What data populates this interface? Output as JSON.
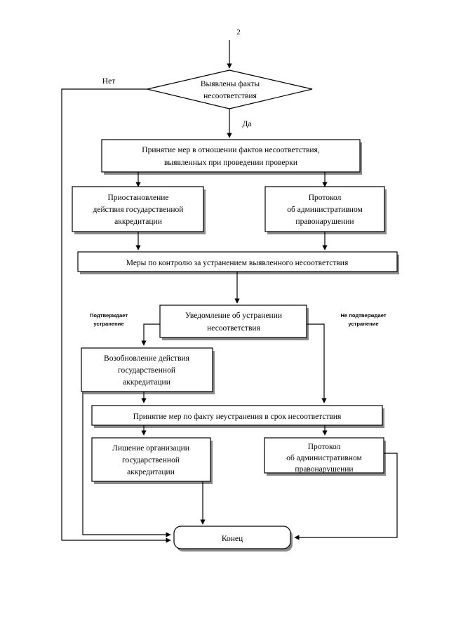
{
  "page": {
    "page_marker": "2",
    "language": "ru"
  },
  "colors": {
    "background": "#ffffff",
    "stroke": "#000000",
    "shadow": "#8a8a8a",
    "text": "#000000"
  },
  "nodes": {
    "decision": {
      "id": "decision-nonconformity",
      "shape": "diamond",
      "line1": "Выявлены факты",
      "line2": "несоответствия"
    },
    "measures": {
      "id": "measures-taken",
      "shape": "rect",
      "line1": "Принятие мер в отношении фактов несоответствия,",
      "line2": "выявленных при проведении проверки"
    },
    "suspension": {
      "id": "suspension-accreditation",
      "shape": "rect",
      "line1": "Приостановление",
      "line2": "действия государственной",
      "line3": "аккредитации"
    },
    "protocol_top": {
      "id": "protocol-administrative-offence-top",
      "shape": "rect",
      "line1": "Протокол",
      "line2": "об административном",
      "line3": "правонарушении"
    },
    "control": {
      "id": "control-measures",
      "shape": "rect",
      "line1": "Меры по контролю за устранением выявленного несоответствия"
    },
    "notification": {
      "id": "notification-elimination",
      "shape": "rect",
      "line1": "Уведомление об устранении",
      "line2": "несоответствия"
    },
    "resumption": {
      "id": "resumption-accreditation",
      "shape": "rect",
      "line1": "Возобновление действия",
      "line2": "государственной",
      "line3": "аккредитации"
    },
    "nonelimination": {
      "id": "measures-nonelimination",
      "shape": "rect",
      "line1": "Принятие мер по факту неустранения в срок несоответствия"
    },
    "deprivation": {
      "id": "deprivation-accreditation",
      "shape": "rect",
      "line1": "Лишение организации",
      "line2": "государственной",
      "line3": "аккредитации"
    },
    "protocol_bottom": {
      "id": "protocol-administrative-offence-bottom",
      "shape": "rect",
      "line1": "Протокол",
      "line2": "об административном",
      "line3": "правонарушении"
    },
    "end": {
      "id": "end-terminator",
      "shape": "rounded-rect",
      "line1": "Конец"
    }
  },
  "edge_labels": {
    "no": "Нет",
    "yes": "Да",
    "confirms_line1": "Подтверждает",
    "confirms_line2": "устранение",
    "not_confirms_line1": "Не подтверждает",
    "not_confirms_line2": "устранение"
  },
  "chart_data": {
    "type": "flowchart",
    "title": "",
    "orientation": "top-to-bottom",
    "node_order": [
      "decision",
      "measures",
      "suspension",
      "protocol_top",
      "control",
      "notification",
      "resumption",
      "nonelimination",
      "deprivation",
      "protocol_bottom",
      "end"
    ],
    "edges": [
      {
        "from": "page-marker-2",
        "to": "decision",
        "label": ""
      },
      {
        "from": "decision",
        "to": "end",
        "label": "Нет"
      },
      {
        "from": "decision",
        "to": "measures",
        "label": "Да"
      },
      {
        "from": "measures",
        "to": "suspension",
        "label": ""
      },
      {
        "from": "measures",
        "to": "protocol_top",
        "label": ""
      },
      {
        "from": "suspension",
        "to": "control",
        "label": ""
      },
      {
        "from": "protocol_top",
        "to": "control",
        "label": ""
      },
      {
        "from": "control",
        "to": "notification",
        "label": ""
      },
      {
        "from": "notification",
        "to": "resumption",
        "label": "Подтверждает устранение"
      },
      {
        "from": "notification",
        "to": "nonelimination",
        "label": "Не подтверждает устранение"
      },
      {
        "from": "resumption",
        "to": "end",
        "label": ""
      },
      {
        "from": "resumption",
        "to": "nonelimination",
        "label": ""
      },
      {
        "from": "nonelimination",
        "to": "deprivation",
        "label": ""
      },
      {
        "from": "nonelimination",
        "to": "protocol_bottom",
        "label": ""
      },
      {
        "from": "deprivation",
        "to": "end",
        "label": ""
      },
      {
        "from": "protocol_bottom",
        "to": "end",
        "label": ""
      }
    ]
  }
}
